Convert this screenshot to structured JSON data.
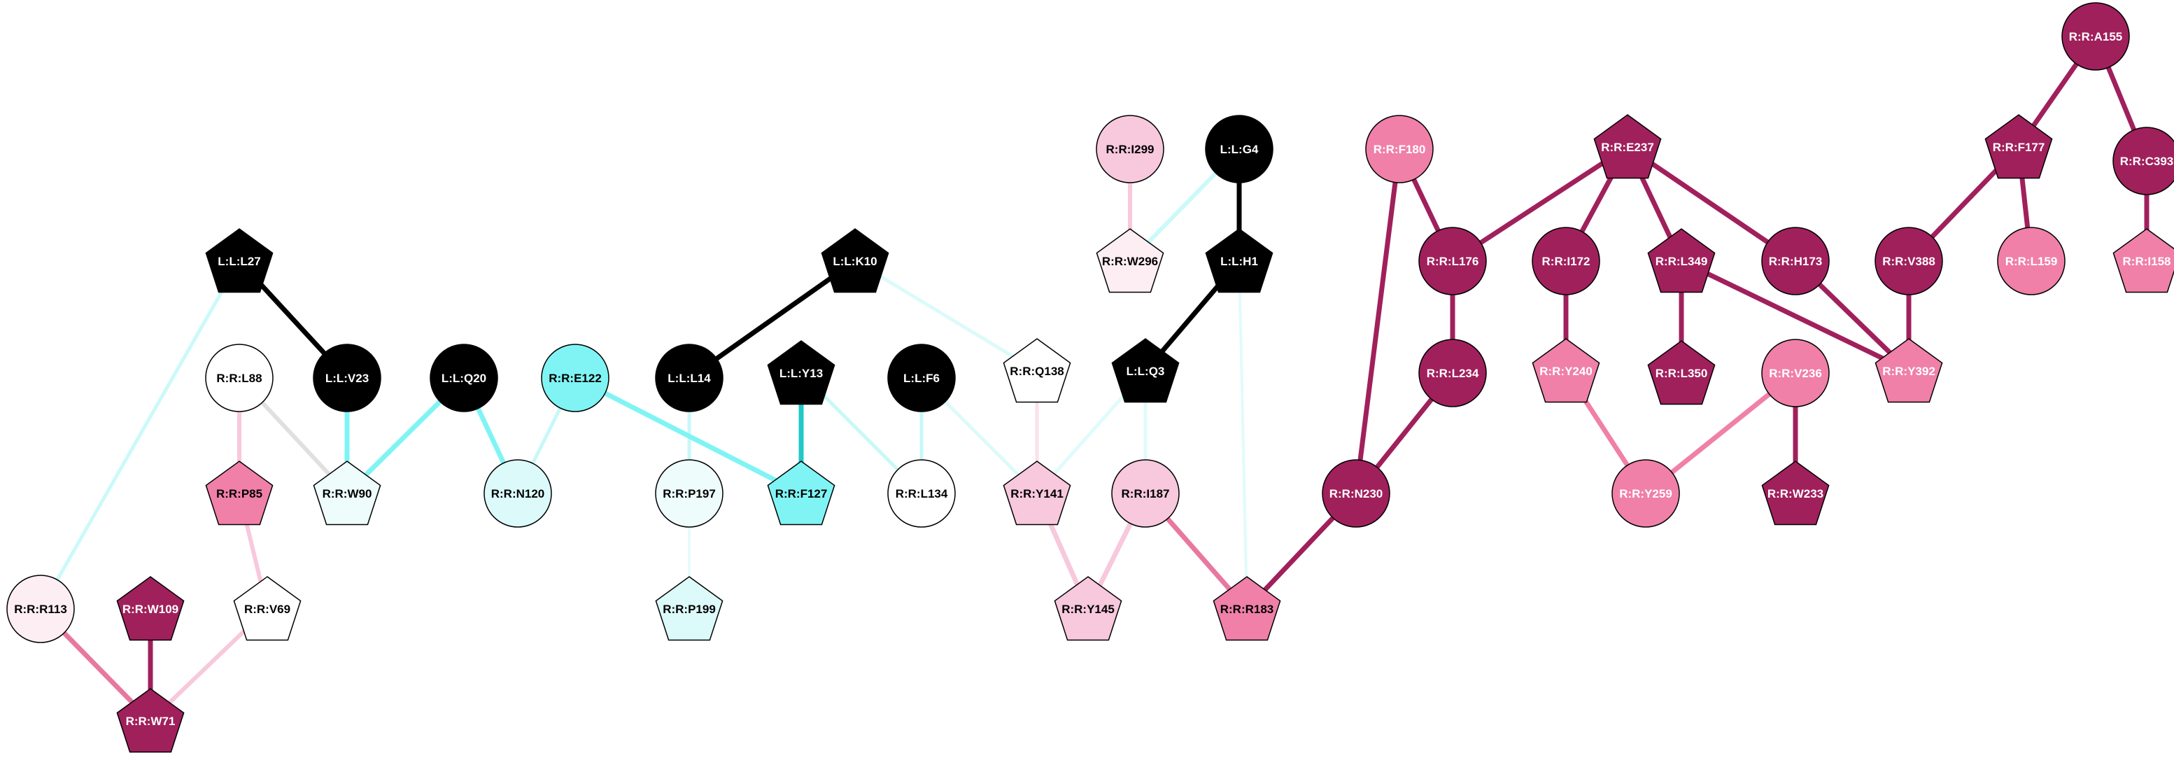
{
  "graph": {
    "nodes": [
      {
        "id": "R:R:A155",
        "shape": "circle",
        "fill": "#a0205c",
        "text": "#ffffff"
      },
      {
        "id": "R:R:F177",
        "shape": "pentagon",
        "fill": "#a0205c",
        "text": "#ffffff"
      },
      {
        "id": "R:R:C393",
        "shape": "circle",
        "fill": "#a0205c",
        "text": "#ffffff"
      },
      {
        "id": "R:R:V388",
        "shape": "circle",
        "fill": "#a0205c",
        "text": "#ffffff"
      },
      {
        "id": "R:R:L159",
        "shape": "circle",
        "fill": "#f080a8",
        "text": "#ffffff"
      },
      {
        "id": "R:R:I158",
        "shape": "pentagon",
        "fill": "#f080a8",
        "text": "#ffffff"
      },
      {
        "id": "R:R:Y392",
        "shape": "pentagon",
        "fill": "#f080a8",
        "text": "#ffffff"
      },
      {
        "id": "R:R:E237",
        "shape": "pentagon",
        "fill": "#a0205c",
        "text": "#ffffff"
      },
      {
        "id": "R:R:L176",
        "shape": "circle",
        "fill": "#a0205c",
        "text": "#ffffff"
      },
      {
        "id": "R:R:I172",
        "shape": "circle",
        "fill": "#a0205c",
        "text": "#ffffff"
      },
      {
        "id": "R:R:L349",
        "shape": "pentagon",
        "fill": "#a0205c",
        "text": "#ffffff"
      },
      {
        "id": "R:R:H173",
        "shape": "circle",
        "fill": "#a0205c",
        "text": "#ffffff"
      },
      {
        "id": "R:R:F180",
        "shape": "circle",
        "fill": "#f080a8",
        "text": "#ffffff"
      },
      {
        "id": "R:R:L234",
        "shape": "circle",
        "fill": "#a0205c",
        "text": "#ffffff"
      },
      {
        "id": "R:R:N230",
        "shape": "circle",
        "fill": "#a0205c",
        "text": "#ffffff"
      },
      {
        "id": "R:R:Y240",
        "shape": "pentagon",
        "fill": "#f080a8",
        "text": "#ffffff"
      },
      {
        "id": "R:R:L350",
        "shape": "pentagon",
        "fill": "#a0205c",
        "text": "#ffffff"
      },
      {
        "id": "R:R:V236",
        "shape": "circle",
        "fill": "#f080a8",
        "text": "#ffffff"
      },
      {
        "id": "R:R:Y259",
        "shape": "circle",
        "fill": "#f080a8",
        "text": "#ffffff"
      },
      {
        "id": "R:R:W233",
        "shape": "pentagon",
        "fill": "#a0205c",
        "text": "#ffffff"
      },
      {
        "id": "R:R:I299",
        "shape": "circle",
        "fill": "#f8c8dc",
        "text": "#000000"
      },
      {
        "id": "L:L:G4",
        "shape": "circle",
        "fill": "#000000",
        "text": "#ffffff"
      },
      {
        "id": "R:R:W296",
        "shape": "pentagon",
        "fill": "#fdeef4",
        "text": "#000000"
      },
      {
        "id": "L:L:H1",
        "shape": "pentagon",
        "fill": "#000000",
        "text": "#ffffff"
      },
      {
        "id": "L:L:Q3",
        "shape": "pentagon",
        "fill": "#000000",
        "text": "#ffffff"
      },
      {
        "id": "R:R:I187",
        "shape": "circle",
        "fill": "#f8c8dc",
        "text": "#000000"
      },
      {
        "id": "R:R:R183",
        "shape": "pentagon",
        "fill": "#f080a8",
        "text": "#000000"
      },
      {
        "id": "R:R:Y145",
        "shape": "pentagon",
        "fill": "#f8c8dc",
        "text": "#000000"
      },
      {
        "id": "R:R:Y141",
        "shape": "pentagon",
        "fill": "#f8c8dc",
        "text": "#000000"
      },
      {
        "id": "R:R:Q138",
        "shape": "pentagon",
        "fill": "#ffffff",
        "text": "#000000"
      },
      {
        "id": "L:L:K10",
        "shape": "pentagon",
        "fill": "#000000",
        "text": "#ffffff"
      },
      {
        "id": "L:L:L14",
        "shape": "circle",
        "fill": "#000000",
        "text": "#ffffff"
      },
      {
        "id": "L:L:Y13",
        "shape": "pentagon",
        "fill": "#000000",
        "text": "#ffffff"
      },
      {
        "id": "L:L:F6",
        "shape": "circle",
        "fill": "#000000",
        "text": "#ffffff"
      },
      {
        "id": "R:R:L134",
        "shape": "circle",
        "fill": "#ffffff",
        "text": "#000000"
      },
      {
        "id": "R:R:F127",
        "shape": "pentagon",
        "fill": "#80f4f4",
        "text": "#000000"
      },
      {
        "id": "R:R:P197",
        "shape": "circle",
        "fill": "#eefcfc",
        "text": "#000000"
      },
      {
        "id": "R:R:P199",
        "shape": "pentagon",
        "fill": "#dcfafa",
        "text": "#000000"
      },
      {
        "id": "R:R:E122",
        "shape": "circle",
        "fill": "#80f4f4",
        "text": "#000000"
      },
      {
        "id": "R:R:N120",
        "shape": "circle",
        "fill": "#dcfafa",
        "text": "#000000"
      },
      {
        "id": "L:L:Q20",
        "shape": "circle",
        "fill": "#000000",
        "text": "#ffffff"
      },
      {
        "id": "L:L:V23",
        "shape": "circle",
        "fill": "#000000",
        "text": "#ffffff"
      },
      {
        "id": "L:L:L27",
        "shape": "pentagon",
        "fill": "#000000",
        "text": "#ffffff"
      },
      {
        "id": "R:R:W90",
        "shape": "pentagon",
        "fill": "#eefcfc",
        "text": "#000000"
      },
      {
        "id": "R:R:L88",
        "shape": "circle",
        "fill": "#ffffff",
        "text": "#000000"
      },
      {
        "id": "R:R:P85",
        "shape": "pentagon",
        "fill": "#f080a8",
        "text": "#000000"
      },
      {
        "id": "R:R:V69",
        "shape": "pentagon",
        "fill": "#ffffff",
        "text": "#000000"
      },
      {
        "id": "R:R:R113",
        "shape": "circle",
        "fill": "#fdeef4",
        "text": "#000000"
      },
      {
        "id": "R:R:W109",
        "shape": "pentagon",
        "fill": "#a0205c",
        "text": "#ffffff"
      },
      {
        "id": "R:R:W71",
        "shape": "pentagon",
        "fill": "#a0205c",
        "text": "#ffffff"
      }
    ],
    "edges": [
      {
        "a": "R:R:A155",
        "b": "R:R:F177",
        "color": "#a0205c",
        "width": 7
      },
      {
        "a": "R:R:A155",
        "b": "R:R:C393",
        "color": "#a0205c",
        "width": 7
      },
      {
        "a": "R:R:F177",
        "b": "R:R:V388",
        "color": "#a0205c",
        "width": 7
      },
      {
        "a": "R:R:F177",
        "b": "R:R:L159",
        "color": "#a0205c",
        "width": 7
      },
      {
        "a": "R:R:C393",
        "b": "R:R:I158",
        "color": "#a0205c",
        "width": 7
      },
      {
        "a": "R:R:V388",
        "b": "R:R:Y392",
        "color": "#a0205c",
        "width": 7
      },
      {
        "a": "R:R:E237",
        "b": "R:R:L176",
        "color": "#a0205c",
        "width": 7
      },
      {
        "a": "R:R:E237",
        "b": "R:R:I172",
        "color": "#a0205c",
        "width": 7
      },
      {
        "a": "R:R:E237",
        "b": "R:R:L349",
        "color": "#a0205c",
        "width": 7
      },
      {
        "a": "R:R:E237",
        "b": "R:R:H173",
        "color": "#a0205c",
        "width": 7
      },
      {
        "a": "R:R:L349",
        "b": "R:R:Y392",
        "color": "#a0205c",
        "width": 7
      },
      {
        "a": "R:R:H173",
        "b": "R:R:Y392",
        "color": "#a0205c",
        "width": 7
      },
      {
        "a": "R:R:L349",
        "b": "R:R:L350",
        "color": "#a0205c",
        "width": 7
      },
      {
        "a": "R:R:I172",
        "b": "R:R:Y240",
        "color": "#a0205c",
        "width": 7
      },
      {
        "a": "R:R:F180",
        "b": "R:R:L176",
        "color": "#a0205c",
        "width": 7
      },
      {
        "a": "R:R:F180",
        "b": "R:R:N230",
        "color": "#a0205c",
        "width": 7
      },
      {
        "a": "R:R:L176",
        "b": "R:R:L234",
        "color": "#a0205c",
        "width": 7
      },
      {
        "a": "R:R:L234",
        "b": "R:R:N230",
        "color": "#a0205c",
        "width": 7
      },
      {
        "a": "R:R:N230",
        "b": "R:R:R183",
        "color": "#a0205c",
        "width": 7
      },
      {
        "a": "R:R:Y240",
        "b": "R:R:Y259",
        "color": "#f080a8",
        "width": 7
      },
      {
        "a": "R:R:V236",
        "b": "R:R:Y259",
        "color": "#f080a8",
        "width": 7
      },
      {
        "a": "R:R:V236",
        "b": "R:R:W233",
        "color": "#a0205c",
        "width": 7
      },
      {
        "a": "R:R:I299",
        "b": "R:R:W296",
        "color": "#f8c8dc",
        "width": 6
      },
      {
        "a": "L:L:G4",
        "b": "R:R:W296",
        "color": "#ccf9f9",
        "width": 6
      },
      {
        "a": "L:L:G4",
        "b": "L:L:H1",
        "color": "#000000",
        "width": 7
      },
      {
        "a": "L:L:H1",
        "b": "L:L:Q3",
        "color": "#000000",
        "width": 7
      },
      {
        "a": "L:L:H1",
        "b": "R:R:R183",
        "color": "#e0fbfb",
        "width": 4
      },
      {
        "a": "L:L:Q3",
        "b": "R:R:I187",
        "color": "#e0fbfb",
        "width": 5
      },
      {
        "a": "L:L:Q3",
        "b": "R:R:Y141",
        "color": "#e0fbfb",
        "width": 5
      },
      {
        "a": "R:R:I187",
        "b": "R:R:R183",
        "color": "#e878a0",
        "width": 7
      },
      {
        "a": "R:R:I187",
        "b": "R:R:Y145",
        "color": "#f8c8dc",
        "width": 7
      },
      {
        "a": "R:R:Y141",
        "b": "R:R:Y145",
        "color": "#f8c8dc",
        "width": 7
      },
      {
        "a": "R:R:Q138",
        "b": "R:R:Y141",
        "color": "#fbe0ea",
        "width": 5
      },
      {
        "a": "L:L:K10",
        "b": "R:R:Q138",
        "color": "#dcfafa",
        "width": 5
      },
      {
        "a": "L:L:K10",
        "b": "L:L:L14",
        "color": "#000000",
        "width": 7
      },
      {
        "a": "L:L:L14",
        "b": "R:R:P197",
        "color": "#c8f8f8",
        "width": 5
      },
      {
        "a": "R:R:P197",
        "b": "R:R:P199",
        "color": "#e6fbfb",
        "width": 4
      },
      {
        "a": "L:L:Y13",
        "b": "R:R:F127",
        "color": "#20c8c8",
        "width": 7
      },
      {
        "a": "L:L:Y13",
        "b": "R:R:L134",
        "color": "#c8f8f8",
        "width": 5
      },
      {
        "a": "L:L:F6",
        "b": "R:R:L134",
        "color": "#c8f8f8",
        "width": 5
      },
      {
        "a": "L:L:F6",
        "b": "R:R:Y141",
        "color": "#dcfafa",
        "width": 5
      },
      {
        "a": "R:R:E122",
        "b": "R:R:F127",
        "color": "#80f4f4",
        "width": 7
      },
      {
        "a": "R:R:E122",
        "b": "R:R:N120",
        "color": "#c8f8f8",
        "width": 5
      },
      {
        "a": "L:L:Q20",
        "b": "R:R:N120",
        "color": "#80f4f4",
        "width": 7
      },
      {
        "a": "L:L:Q20",
        "b": "R:R:W90",
        "color": "#80f4f4",
        "width": 7
      },
      {
        "a": "L:L:V23",
        "b": "R:R:W90",
        "color": "#80f4f4",
        "width": 7
      },
      {
        "a": "L:L:L27",
        "b": "L:L:V23",
        "color": "#000000",
        "width": 7
      },
      {
        "a": "L:L:L27",
        "b": "R:R:R113",
        "color": "#ccf9f9",
        "width": 5
      },
      {
        "a": "R:R:L88",
        "b": "R:R:W90",
        "color": "#e0e0e0",
        "width": 6
      },
      {
        "a": "R:R:L88",
        "b": "R:R:P85",
        "color": "#f8c8dc",
        "width": 6
      },
      {
        "a": "R:R:P85",
        "b": "R:R:V69",
        "color": "#f8c8dc",
        "width": 6
      },
      {
        "a": "R:R:V69",
        "b": "R:R:W71",
        "color": "#f8c8dc",
        "width": 6
      },
      {
        "a": "R:R:R113",
        "b": "R:R:W71",
        "color": "#e878a0",
        "width": 7
      },
      {
        "a": "R:R:W109",
        "b": "R:R:W71",
        "color": "#a0205c",
        "width": 7
      }
    ]
  }
}
